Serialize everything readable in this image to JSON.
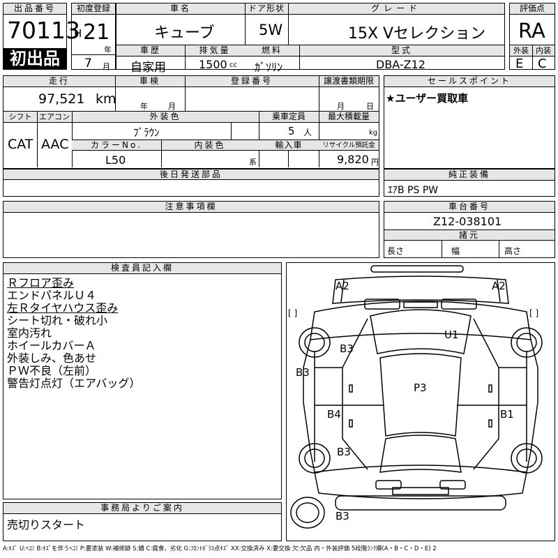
{
  "lot": {
    "label": "出品番号",
    "number": "70113",
    "badge": "初出品"
  },
  "first_reg": {
    "label": "初度登録",
    "era": "H",
    "year": "21",
    "year_unit": "年",
    "month": "7",
    "month_unit": "月"
  },
  "car_name": {
    "label": "車名",
    "value": "キューブ"
  },
  "door": {
    "label": "ドア形状",
    "value": "5W"
  },
  "grade": {
    "label": "グレード",
    "value": "15X Vセレクション"
  },
  "score": {
    "label": "評価点",
    "value": "RA"
  },
  "history": {
    "label": "車歴",
    "value": "自家用"
  },
  "displacement": {
    "label": "排気量",
    "value": "1500",
    "unit": "cc"
  },
  "fuel": {
    "label": "燃料",
    "value": "ｶﾞｿﾘﾝ"
  },
  "model_code": {
    "label": "型式",
    "value": "DBA-Z12"
  },
  "ext_grade": {
    "label": "外装",
    "value": "E"
  },
  "int_grade": {
    "label": "内装",
    "value": "C"
  },
  "mileage": {
    "label": "走行",
    "value": "97,521",
    "unit": "km"
  },
  "inspection": {
    "label": "車検",
    "year_unit": "年",
    "month_unit": "月"
  },
  "reg_no": {
    "label": "登録番号"
  },
  "transfer": {
    "label": "譲渡書類期限",
    "month_unit": "月",
    "day_unit": "日"
  },
  "sales_point": {
    "label": "セールスポイント",
    "value": "★ユーザー買取車"
  },
  "shift": {
    "label": "シフト",
    "value": "CAT"
  },
  "aircon": {
    "label": "エアコン",
    "value": "AAC"
  },
  "ext_color": {
    "label": "外装色",
    "value": "ﾌﾞﾗｳﾝ"
  },
  "capacity": {
    "label": "乗車定員",
    "value": "5",
    "unit": "人"
  },
  "max_load": {
    "label": "最大積載量",
    "unit": "kg"
  },
  "color_no": {
    "label": "カラーNo.",
    "value": "L50"
  },
  "int_color": {
    "label": "内装色",
    "unit": "系"
  },
  "import": {
    "label": "輸入車"
  },
  "recycle": {
    "label": "リサイクル預託金",
    "value": "9,820",
    "unit": "円"
  },
  "later_parts": {
    "label": "後日発送部品"
  },
  "equipment": {
    "label": "純正装備",
    "value": "ｴｱB PS PW"
  },
  "notes": {
    "label": "注意事項欄"
  },
  "chassis": {
    "label": "車台番号",
    "value": "Z12-038101"
  },
  "specs": {
    "label": "諸元",
    "length": "長さ",
    "width": "幅",
    "height": "高さ"
  },
  "inspector": {
    "label": "検査員記入欄",
    "lines": [
      {
        "text": "Ｒフロア歪み",
        "underline": true
      },
      {
        "text": "エンドパネルＵ４",
        "underline": false
      },
      {
        "text": "左Ｒタイヤハウス歪み",
        "underline": true
      },
      {
        "text": "シート切れ・破れ小",
        "underline": false
      },
      {
        "text": "室内汚れ",
        "underline": false
      },
      {
        "text": "ホイールカバーＡ",
        "underline": false
      },
      {
        "text": "外装しみ、色あせ",
        "underline": false
      },
      {
        "text": "ＰＷ不良（左前）",
        "underline": false
      },
      {
        "text": "警告灯点灯（エアバッグ）",
        "underline": false
      }
    ]
  },
  "office": {
    "label": "事務局よりご案内",
    "value": "売切りスタート"
  },
  "diagram": {
    "marks": {
      "a2_left": "A2",
      "a2_right": "A2",
      "u1": "U1",
      "b3_front": "B3",
      "b3_left": "B3",
      "p3": "P3",
      "b4": "B4",
      "b1": "B1",
      "b3_rear": "B3",
      "b3_spare": "B3"
    },
    "brackets": {
      "left": "[    ]",
      "right": "[    ]"
    }
  },
  "legend": "A:ｷｽﾞ U:ﾍｺﾐ B:ｷｽﾞを伴うﾍｺﾐ P:要塗装 W:補修跡 S:錆 C:腐食、劣化 G:ﾌﾛﾝﾄｶﾞﾗｽ点ｷｽﾞ XX:交換済み X:要交換 欠:欠品 内・外装評価 5段階ﾗﾝｸ順(A・B・C・D・E) 2"
}
